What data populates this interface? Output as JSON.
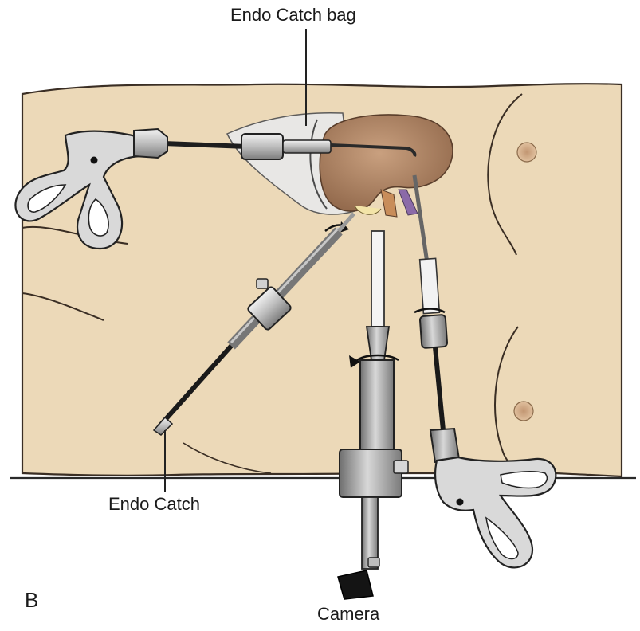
{
  "labels": {
    "endo_catch_bag": "Endo Catch bag",
    "endo_catch": "Endo Catch",
    "camera": "Camera",
    "panel": "B"
  },
  "colors": {
    "skin": "#ecd9b8",
    "skin_outline": "#3a2e24",
    "kidney": "#b48868",
    "bag": "#e6e6e6",
    "metal": "#c9c9c9",
    "shaft_dark": "#222222",
    "navel": "#d2ab84"
  },
  "icons": [
    "grasper-instrument-icon",
    "endo-catch-device-icon",
    "laparoscope-camera-icon",
    "kidney-icon"
  ]
}
